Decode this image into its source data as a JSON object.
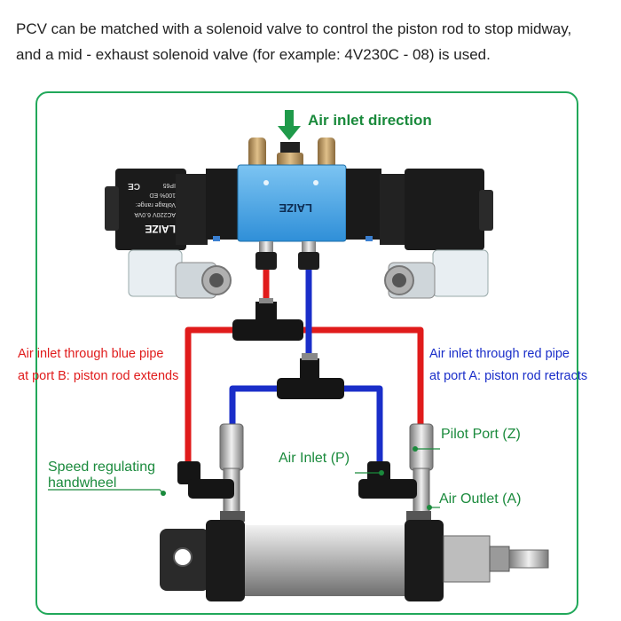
{
  "intro": {
    "line1": "PCV can be matched with a solenoid valve to control the piston rod to stop midway,",
    "line2": "and a mid - exhaust solenoid valve (for example: 4V230C - 08) is used."
  },
  "labels": {
    "air_inlet_direction": "Air inlet direction",
    "blue_pipe_line1": "Air inlet through blue pipe",
    "blue_pipe_line2": "at port B: piston rod extends",
    "red_pipe_line1": "Air inlet through red pipe",
    "red_pipe_line2": "at port A: piston rod retracts",
    "pilot_port": "Pilot Port (Z)",
    "air_inlet_p": "Air Inlet (P)",
    "air_outlet_a": "Air Outlet (A)",
    "speed_line1": "Speed regulating",
    "speed_line2": "handwheel"
  },
  "valve": {
    "brand": "LAIZE",
    "coil_brand": "LAIZE",
    "coil_specs": [
      "AC220V  6.0VA",
      "Voltage range:",
      "100% ED",
      "IP65"
    ],
    "certification": "CE"
  },
  "colors": {
    "frame": "#21a85a",
    "red_pipe": "#e01b1b",
    "blue_pipe": "#1a2ec9",
    "label_green": "#1a8a3c",
    "valve_body": "#3a9fe6"
  }
}
